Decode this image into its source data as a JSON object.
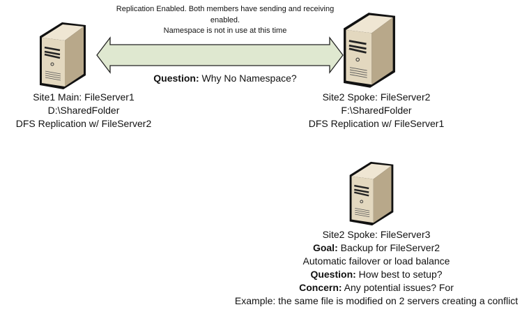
{
  "replication_note": {
    "line1": "Replication Enabled.  Both members have sending and receiving",
    "line2": "enabled.",
    "line3": "Namespace is not in use at this time"
  },
  "arrow_question": {
    "bold": "Question:",
    "text": " Why No Namespace?"
  },
  "server1": {
    "lines": [
      "Site1 Main: FileServer1",
      "D:\\SharedFolder",
      "DFS Replication w/ FileServer2"
    ]
  },
  "server2": {
    "lines": [
      "Site2 Spoke: FileServer2",
      "F:\\SharedFolder",
      "DFS Replication w/ FileServer1"
    ]
  },
  "server3": {
    "title": "Site2 Spoke: FileServer3",
    "goal_bold": "Goal:",
    "goal": " Backup for FileServer2",
    "goal2": "Automatic failover or load balance",
    "question_bold": "Question:",
    "question": " How best to setup?",
    "concern_bold": "Concern:",
    "concern": " Any potential issues? For",
    "example": "Example: the same file is modified on 2 servers creating a conflict"
  },
  "colors": {
    "arrow_fill": "#dfe8d0",
    "server_body": "#d9ccb0"
  }
}
